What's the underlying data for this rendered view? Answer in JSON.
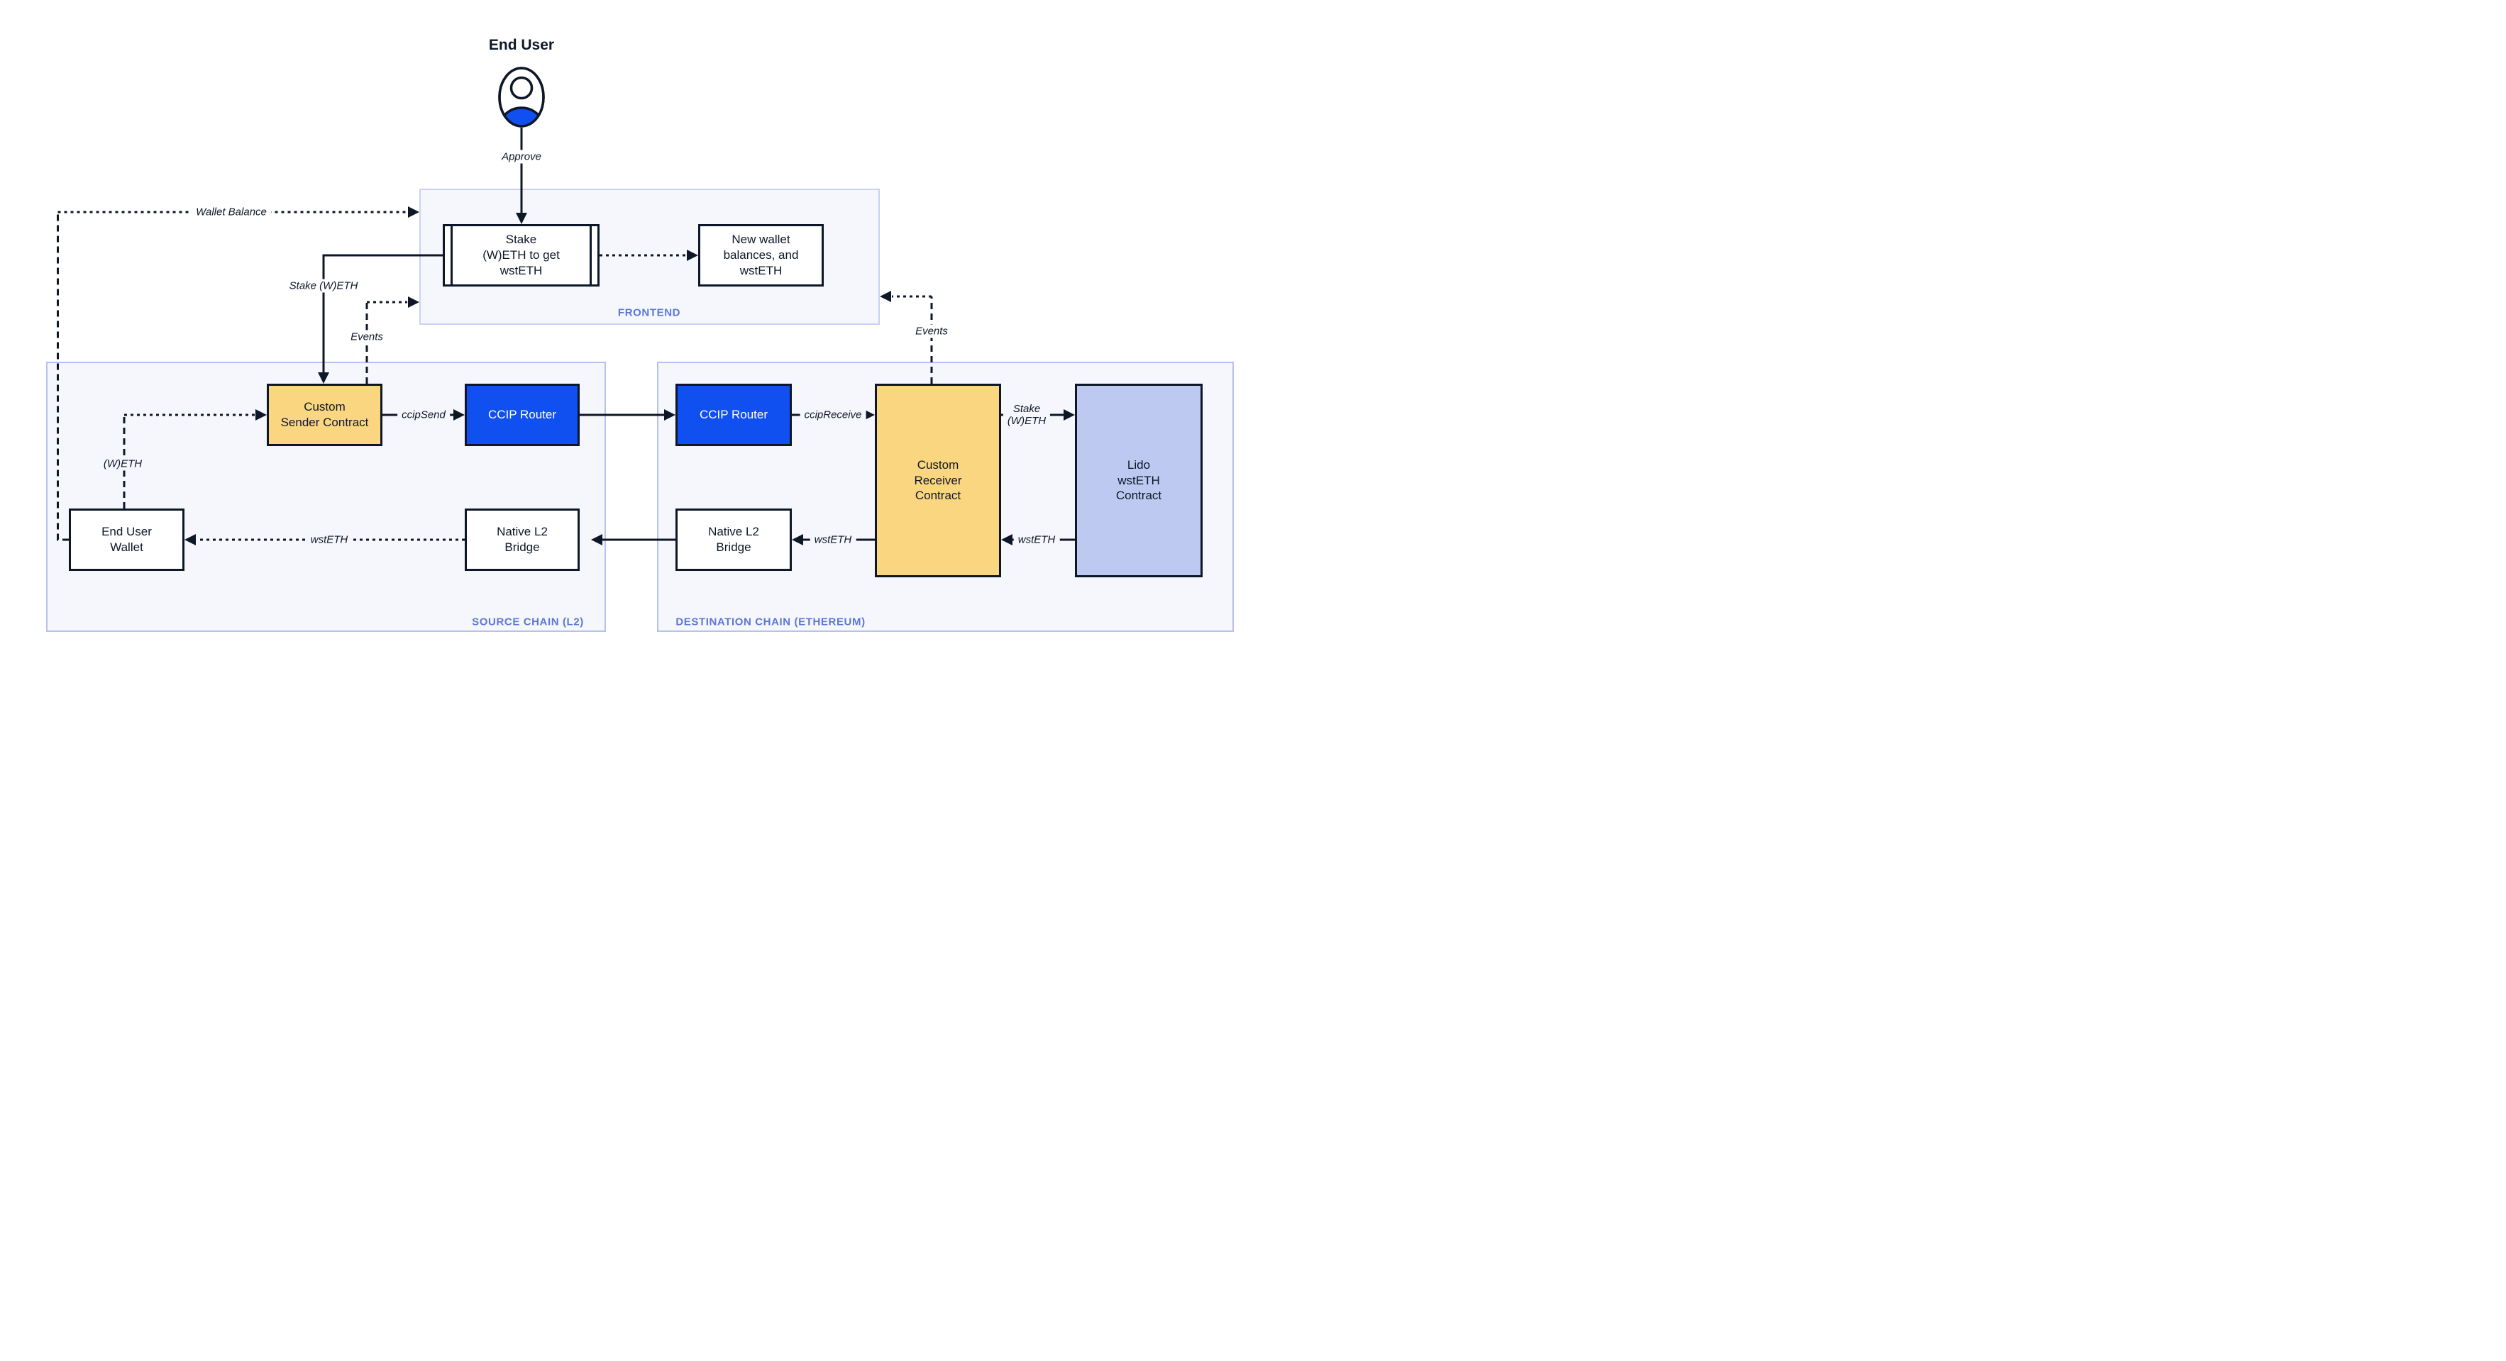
{
  "actor": {
    "label": "End User",
    "icon": "person-icon"
  },
  "frontend": {
    "label": "FRONTEND",
    "stake_box": "Stake\n(W)ETH to get\nwstETH",
    "new_wallet_box": "New wallet\nbalances, and\nwstETH"
  },
  "source_chain": {
    "label": "SOURCE CHAIN (L2)",
    "sender": "Custom\nSender Contract",
    "router": "CCIP Router",
    "wallet": "End User\nWallet",
    "bridge": "Native L2\nBridge"
  },
  "destination_chain": {
    "label": "DESTINATION CHAIN (ETHEREUM)",
    "router": "CCIP Router",
    "receiver": "Custom\nReceiver\nContract",
    "lido": "Lido\nwstETH\nContract",
    "bridge": "Native L2\nBridge"
  },
  "edges": {
    "approve": "Approve",
    "wallet_balance": "Wallet Balance",
    "stake_weth_left": "Stake (W)ETH",
    "events_left": "Events",
    "events_right": "Events",
    "ccip_send": "ccipSend",
    "ccip_receive": "ccipReceive",
    "stake_weth_right": "Stake\n(W)ETH",
    "wsteth_from_lido": "wstETH",
    "wsteth_to_bridge": "wstETH",
    "wsteth_to_wallet": "wstETH",
    "weth": "(W)ETH"
  },
  "colors": {
    "ink": "#0d1727",
    "accent_blue": "#1150f0",
    "box_yellow": "#fbd680",
    "box_lavender": "#bdc9f1",
    "container_fill": "#f6f7fc",
    "container_border": "#b5c2ee",
    "frontend_border": "#c9d2f4",
    "label_blue": "#5b78d6"
  }
}
